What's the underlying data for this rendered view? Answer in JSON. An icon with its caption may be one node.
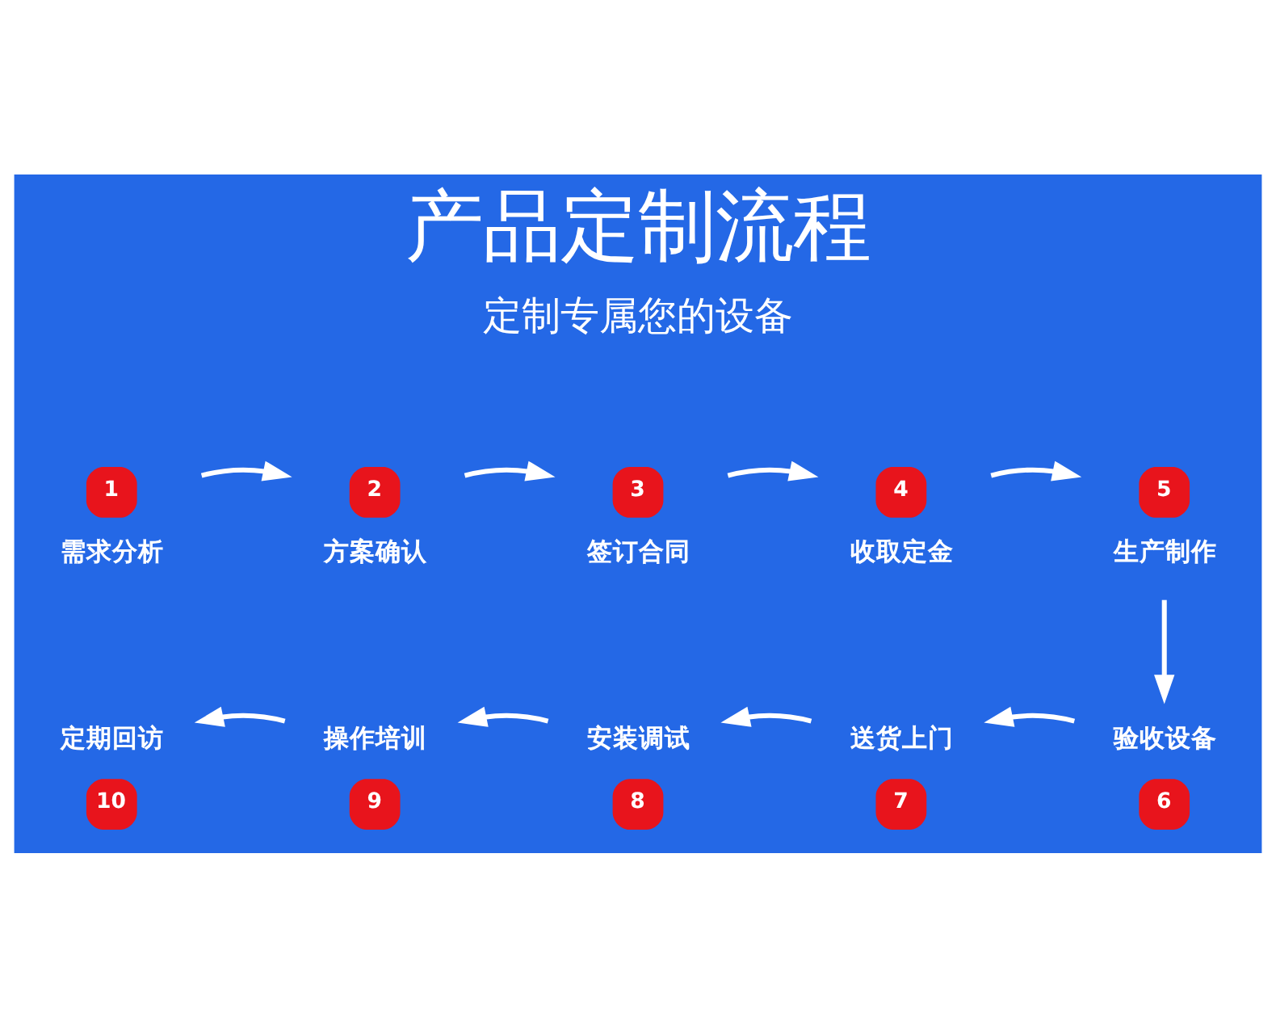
{
  "diagram": {
    "title": "产品定制流程",
    "nodes": [
      {
        "text": [
          "1",
          "需求分析"
        ]
      },
      {
        "text": [
          "2",
          "方案确认"
        ]
      },
      {
        "text": [
          "3",
          "签订合同"
        ]
      },
      {
        "text": [
          "4",
          "收取定金"
        ]
      },
      {
        "text": [
          "5",
          "生产制作"
        ]
      },
      {
        "text": [
          "验收设备",
          "6"
        ]
      },
      {
        "text": [
          "送货上门",
          "7"
        ]
      },
      {
        "text": [
          "安装调试",
          "8"
        ]
      },
      {
        "text": [
          "操作培训",
          "9"
        ]
      },
      {
        "text": [
          "定期回访",
          "10"
        ]
      }
    ],
    "edges": [
      {
        "from": 0,
        "to": 1,
        "arrow": "to"
      },
      {
        "from": 1,
        "to": 2,
        "arrow": "to"
      },
      {
        "from": 2,
        "to": 3,
        "arrow": "to"
      },
      {
        "from": 3,
        "to": 4,
        "arrow": "to"
      },
      {
        "from": 4,
        "to": 5,
        "arrow": "to"
      },
      {
        "from": 5,
        "to": 6,
        "arrow": "to"
      },
      {
        "from": 6,
        "to": 7,
        "arrow": "to"
      },
      {
        "from": 7,
        "to": 8,
        "arrow": "to"
      },
      {
        "from": 8,
        "to": 9,
        "arrow": "to"
      }
    ],
    "labels": [
      "定制专属您的设备"
    ]
  }
}
